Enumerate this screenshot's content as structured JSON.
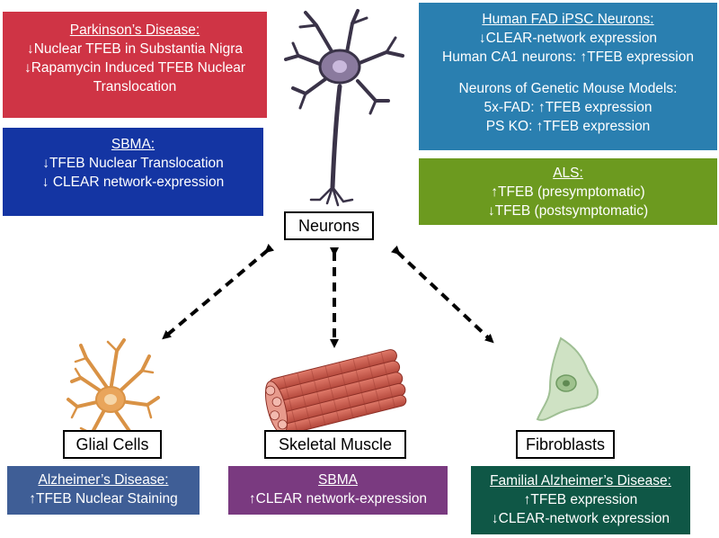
{
  "colors": {
    "parkinson": "#cf3445",
    "sbma_top": "#1435a3",
    "fad": "#2a7fb0",
    "als": "#6c9a1f",
    "glial": "#3f5e96",
    "muscle": "#7a3a80",
    "fibro": "#0f5746"
  },
  "cells": {
    "neurons": "Neurons",
    "glial": "Glial Cells",
    "muscle": "Skeletal Muscle",
    "fibroblasts": "Fibroblasts"
  },
  "boxes": {
    "parkinson": {
      "title": "Parkinson’s Disease:",
      "lines": [
        "↓Nuclear TFEB in Substantia Nigra",
        "↓Rapamycin Induced TFEB Nuclear",
        "Translocation"
      ]
    },
    "sbma_top": {
      "title": "SBMA:",
      "lines": [
        "↓TFEB Nuclear Translocation",
        "↓ CLEAR network-expression"
      ]
    },
    "fad": {
      "title": "Human FAD iPSC Neurons:",
      "lines": [
        "↓CLEAR-network expression",
        "Human CA1 neurons: ↑TFEB expression",
        "Neurons of Genetic Mouse Models:",
        "5x-FAD: ↑TFEB expression",
        "PS KO: ↑TFEB expression"
      ]
    },
    "als": {
      "title": "ALS:",
      "lines": [
        "↑TFEB (presymptomatic)",
        "↓TFEB (postsymptomatic)"
      ]
    },
    "glial": {
      "title": "Alzheimer’s Disease:",
      "lines": [
        "↑TFEB Nuclear Staining"
      ]
    },
    "muscle": {
      "title": "SBMA",
      "lines": [
        "↑CLEAR network-expression"
      ]
    },
    "fibro": {
      "title": "Familial Alzheimer’s Disease:",
      "lines": [
        "↑TFEB expression",
        "↓CLEAR-network expression"
      ]
    }
  }
}
